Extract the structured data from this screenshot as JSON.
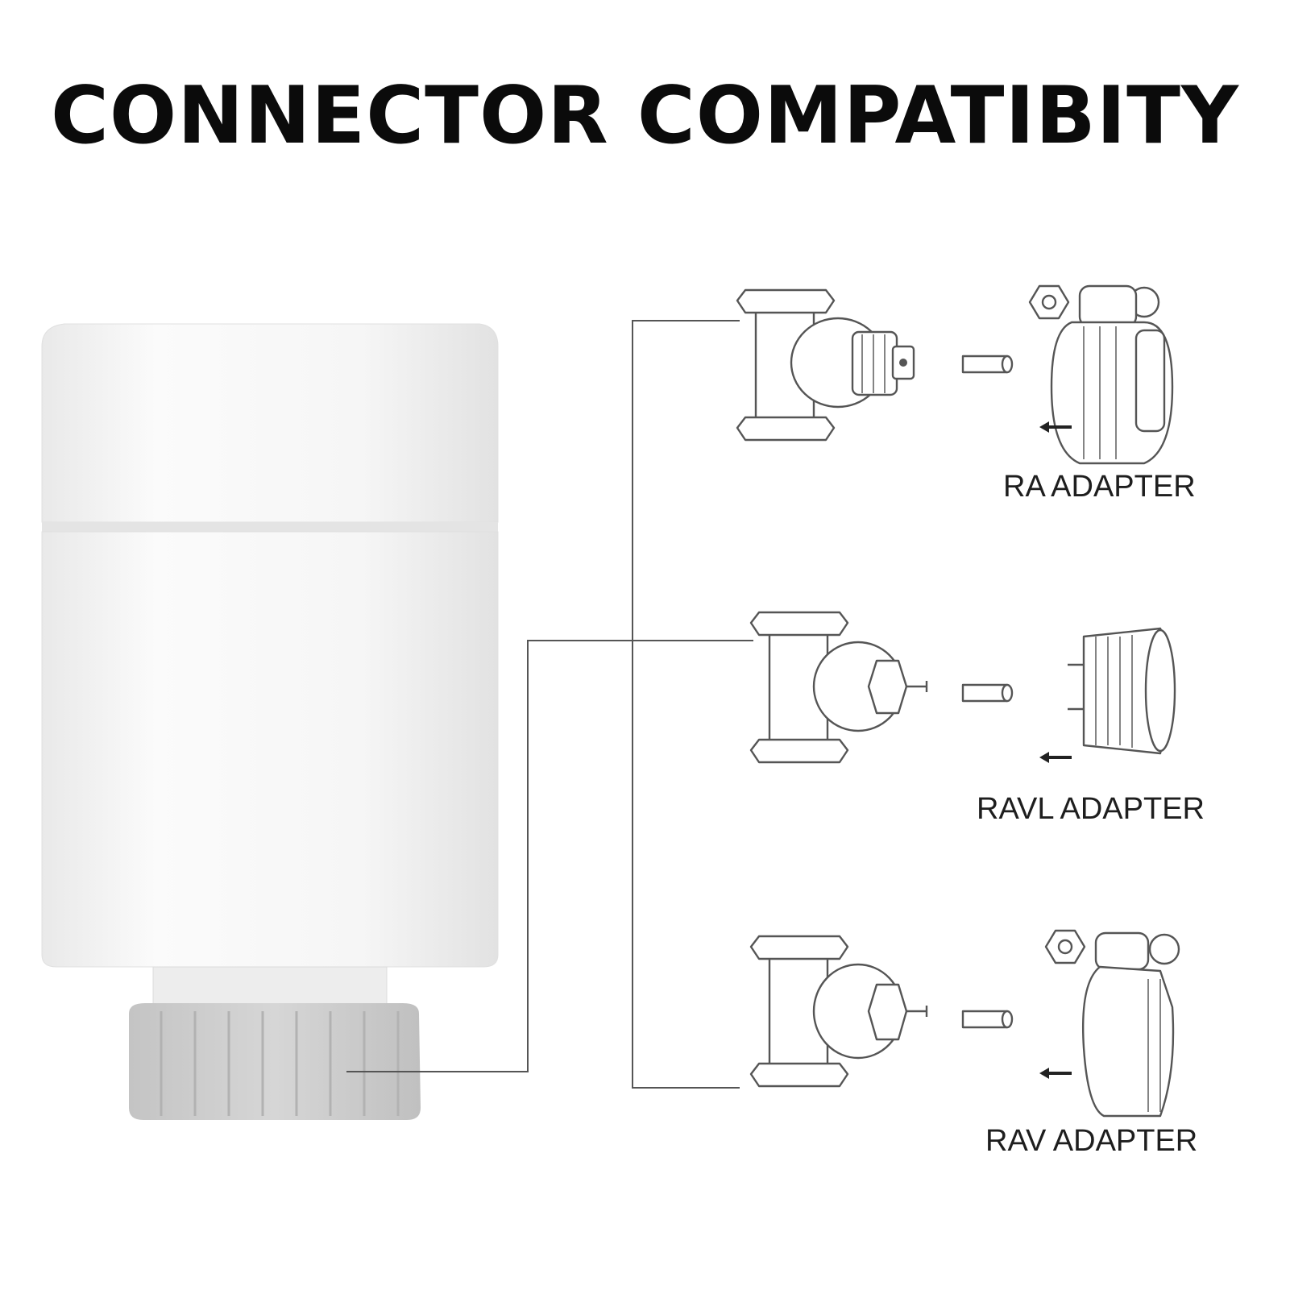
{
  "title": "CONNECTOR COMPATIBITY",
  "adapters": [
    {
      "label": "RA ADAPTER"
    },
    {
      "label": "RAVL ADAPTER"
    },
    {
      "label": "RAV ADAPTER"
    }
  ],
  "colors": {
    "background": "#ffffff",
    "title_text": "#0b0b0b",
    "device_body": "#f4f4f4",
    "device_nut": "#cfcfcf",
    "line_art": "#555555"
  }
}
